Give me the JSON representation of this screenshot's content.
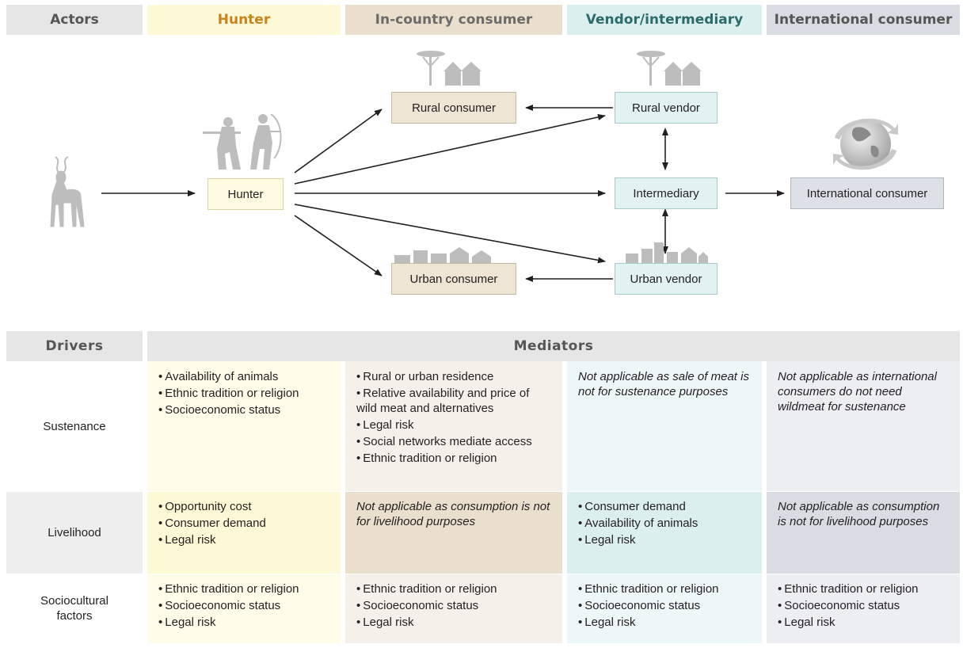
{
  "headers": {
    "actors": "Actors",
    "hunter": "Hunter",
    "in_country": "In-country consumer",
    "vendor": "Vendor/intermediary",
    "international": "International consumer"
  },
  "nodes": {
    "hunter": "Hunter",
    "rural_consumer": "Rural consumer",
    "urban_consumer": "Urban consumer",
    "rural_vendor": "Rural vendor",
    "intermediary": "Intermediary",
    "urban_vendor": "Urban vendor",
    "international_consumer": "International consumer"
  },
  "icons": [
    "kudu-icon",
    "hunters-icon",
    "rural-village-icon",
    "urban-buildings-icon",
    "globe-icon"
  ],
  "table": {
    "drivers_label": "Drivers",
    "mediators_label": "Mediators",
    "rows": [
      {
        "driver": "Sustenance",
        "hunter": [
          "Availability of animals",
          "Ethnic tradition or religion",
          "Socioeconomic status"
        ],
        "in_country": [
          "Rural or urban residence",
          "Relative availability and price of wild meat and alternatives",
          "Legal risk",
          "Social networks mediate access",
          "Ethnic tradition or religion"
        ],
        "vendor_na": "Not applicable as sale of meat is not for sustenance purposes",
        "international_na": "Not applicable as international consumers do not need wildmeat for sustenance"
      },
      {
        "driver": "Livelihood",
        "hunter": [
          "Opportunity cost",
          "Consumer demand",
          "Legal risk"
        ],
        "in_country_na": "Not applicable as consumption is not for livelihood purposes",
        "vendor": [
          "Consumer demand",
          "Availability of animals",
          "Legal risk"
        ],
        "international_na": "Not applicable as consumption is not for livelihood purposes"
      },
      {
        "driver": "Sociocultural factors",
        "hunter": [
          "Ethnic tradition or religion",
          "Socioeconomic status",
          "Legal risk"
        ],
        "in_country": [
          "Ethnic tradition or religion",
          "Socioeconomic status",
          "Legal risk"
        ],
        "vendor": [
          "Ethnic tradition or religion",
          "Socioeconomic status",
          "Legal risk"
        ],
        "international": [
          "Ethnic tradition or religion",
          "Socioeconomic status",
          "Legal risk"
        ]
      }
    ]
  },
  "colors": {
    "hunter_header": "#fdf8d5",
    "hunter_text": "#c6831e",
    "in_country_header": "#e9dfcc",
    "vendor_header": "#dcefef",
    "vendor_text": "#2b6b6b",
    "international_header": "#d9dde3",
    "gray_header": "#e6e6e6",
    "arrow": "#231f20",
    "icon_gray": "#bdbdbd"
  }
}
